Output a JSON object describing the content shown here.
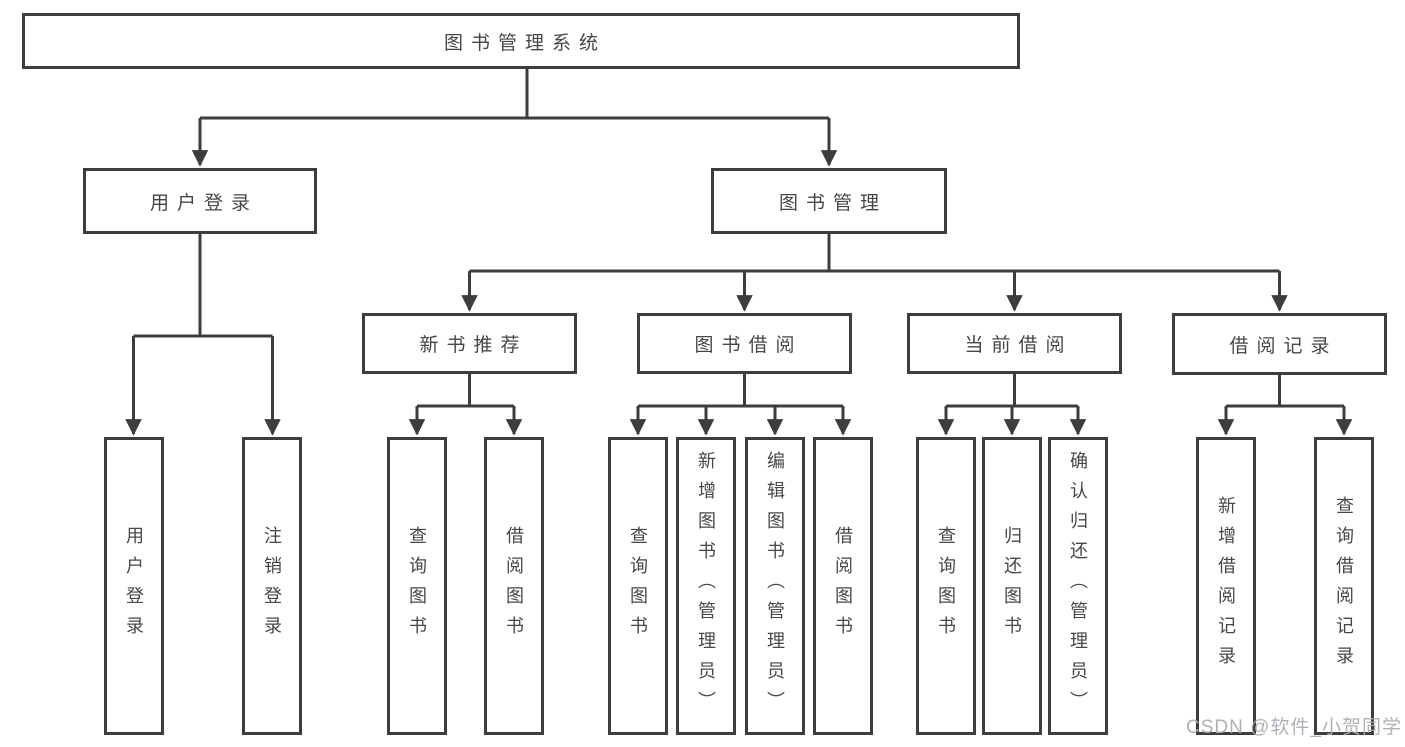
{
  "diagram": {
    "watermark": "CSDN @软件_小贺同学",
    "colors": {
      "line": "#3d3d3d",
      "text": "#474747",
      "box_background": "#ffffff",
      "watermark": "#acacb2"
    },
    "tree": {
      "root": {
        "label": "图书管理系统"
      },
      "level2": [
        {
          "label": "用户登录",
          "children": [
            {
              "label": "用户登录"
            },
            {
              "label": "注销登录"
            }
          ]
        },
        {
          "label": "图书管理",
          "children": [
            {
              "label": "新书推荐",
              "children": [
                {
                  "label": "查询图书"
                },
                {
                  "label": "借阅图书"
                }
              ]
            },
            {
              "label": "图书借阅",
              "children": [
                {
                  "label": "查询图书"
                },
                {
                  "label": "新增图书（管理员）"
                },
                {
                  "label": "编辑图书（管理员）"
                },
                {
                  "label": "借阅图书"
                }
              ]
            },
            {
              "label": "当前借阅",
              "children": [
                {
                  "label": "查询图书"
                },
                {
                  "label": "归还图书"
                },
                {
                  "label": "确认归还（管理员）"
                }
              ]
            },
            {
              "label": "借阅记录",
              "children": [
                {
                  "label": "新增借阅记录"
                },
                {
                  "label": "查询借阅记录"
                }
              ]
            }
          ]
        }
      ]
    }
  }
}
